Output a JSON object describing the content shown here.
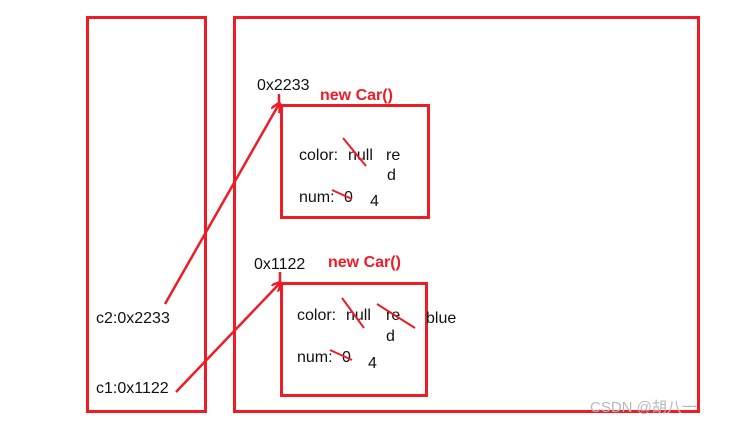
{
  "stack": {
    "c2_label": "c2:0x2233",
    "c1_label": "c1:0x1122"
  },
  "heap": {
    "object_2233": {
      "address": "0x2233",
      "constructor": "new Car()",
      "color_label": "color:",
      "color_old": "null",
      "color_new_line1": "re",
      "color_new_line2": "d",
      "num_label": "num:",
      "num_old": "0",
      "num_new": "4"
    },
    "object_1122": {
      "address": "0x1122",
      "constructor": "new Car()",
      "color_label": "color:",
      "color_old": "null",
      "color_mid_line1": "re",
      "color_mid_line2": "d",
      "color_new": "blue",
      "num_label": "num:",
      "num_old": "0",
      "num_new": "4"
    }
  },
  "watermark": "CSDN @胡八一",
  "colors": {
    "accent_red": "#ee1c25",
    "text": "#111111"
  }
}
